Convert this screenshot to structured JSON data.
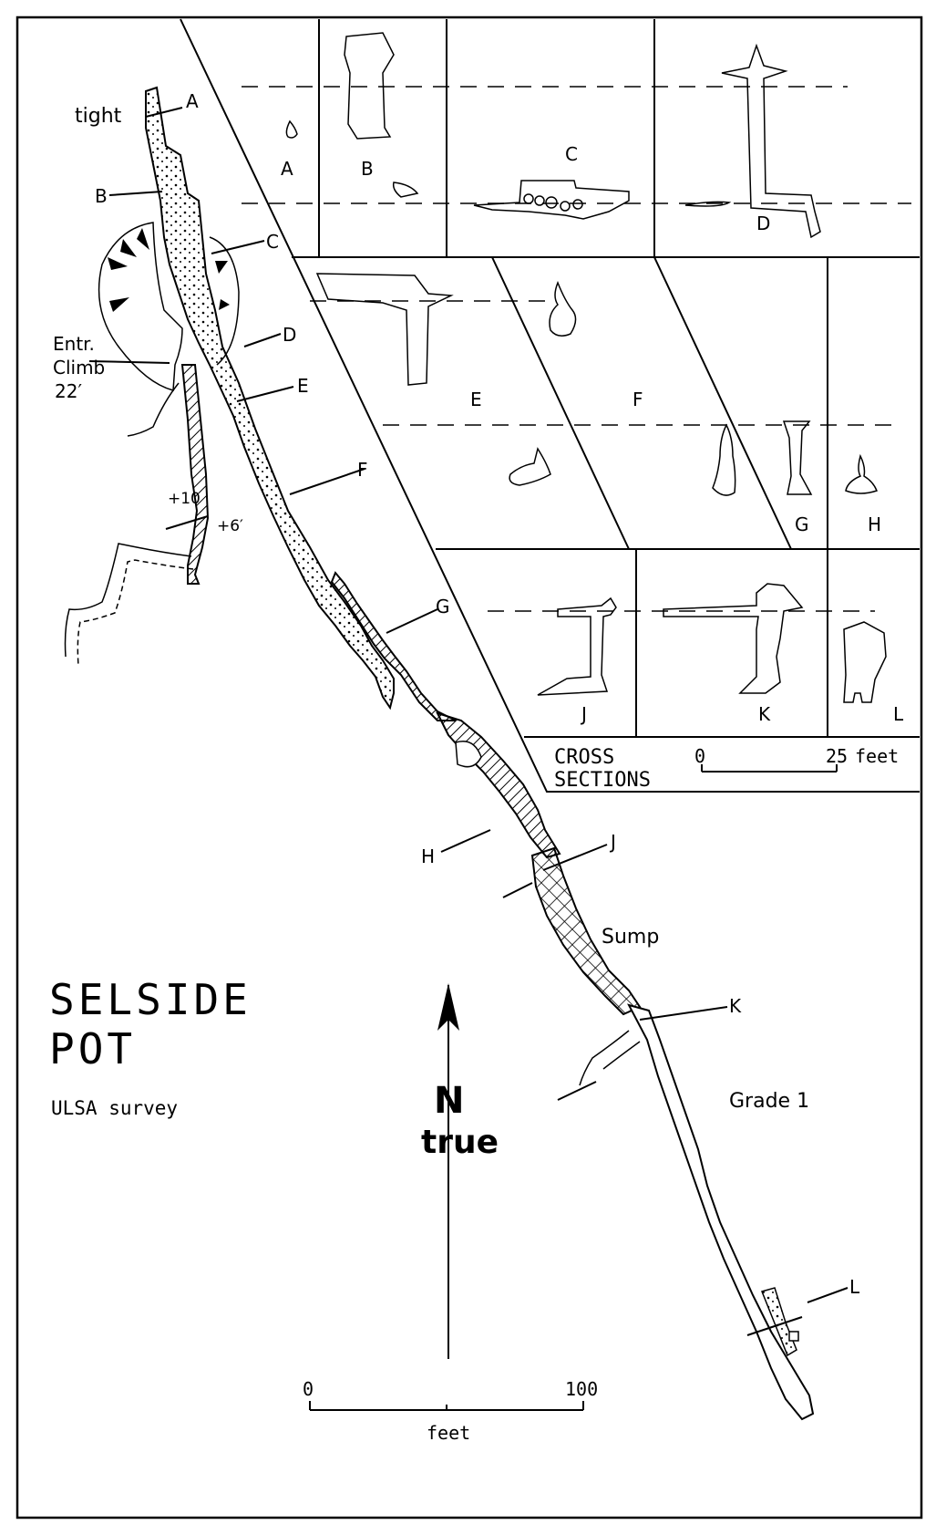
{
  "title_line1": "SELSIDE",
  "title_line2": "POT",
  "subtitle": "ULSA survey",
  "north_letter": "N",
  "north_word": "true",
  "scale_main": {
    "zero": "0",
    "end": "100",
    "unit": "feet"
  },
  "cross_sections_label_line1": "CROSS",
  "cross_sections_label_line2": "SECTIONS",
  "scale_xs": {
    "zero": "0",
    "end": "25",
    "unit": "feet"
  },
  "plan_labels": {
    "tight": "tight",
    "entr_line1": "Entr.",
    "entr_line2": "Climb",
    "entr_line3": "22′",
    "plus10": "+10",
    "plus6": "+6′",
    "sump": "Sump",
    "grade": "Grade 1"
  },
  "station_letters": [
    "A",
    "B",
    "C",
    "D",
    "E",
    "F",
    "G",
    "H",
    "J",
    "K",
    "L"
  ]
}
